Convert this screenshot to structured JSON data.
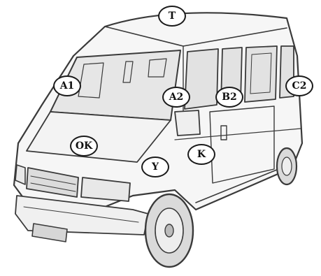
{
  "diagram": {
    "illustration": "minibus-van-sketch",
    "labels": {
      "t": "T",
      "a1": "A1",
      "a2": "A2",
      "b2": "B2",
      "c2": "C2",
      "ok": "OK",
      "y": "Y",
      "k": "K"
    }
  }
}
